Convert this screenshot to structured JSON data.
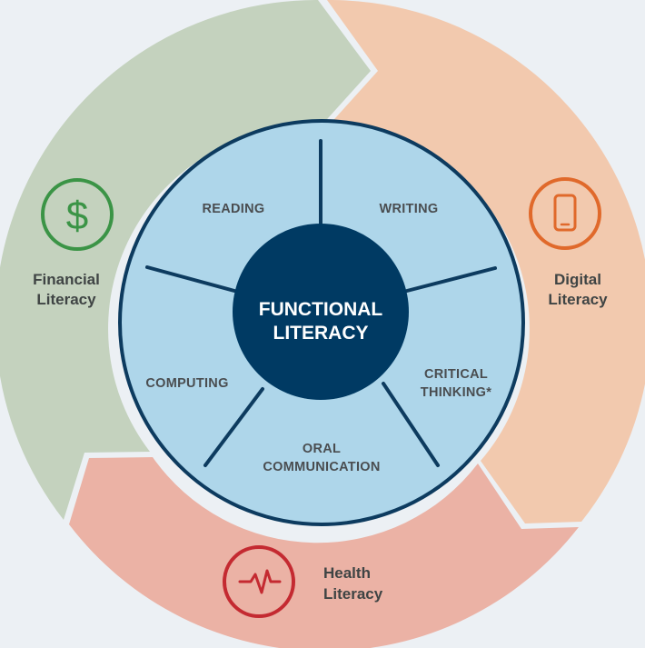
{
  "center": {
    "line1": "FUNCTIONAL",
    "line2": "LITERACY",
    "color": "#003a63"
  },
  "inner_segments": {
    "reading": "READING",
    "writing": "WRITING",
    "critical_line1": "CRITICAL",
    "critical_line2": "THINKING*",
    "oral_line1": "ORAL",
    "oral_line2": "COMMUNICATION",
    "computing": "COMPUTING",
    "fill_color": "#aed6ea",
    "line_color": "#0d3b5f"
  },
  "outer_ring": {
    "financial": {
      "line1": "Financial",
      "line2": "Literacy",
      "icon": "dollar-icon",
      "glyph": "$",
      "band_color": "#c4d2be",
      "icon_color": "#3b9446"
    },
    "digital": {
      "line1": "Digital",
      "line2": "Literacy",
      "icon": "phone-icon",
      "band_color": "#f2c9ae",
      "icon_color": "#e0692b"
    },
    "health": {
      "line1": "Health",
      "line2": "Literacy",
      "icon": "heartbeat-icon",
      "band_color": "#ebb2a5",
      "icon_color": "#c42a31"
    }
  }
}
